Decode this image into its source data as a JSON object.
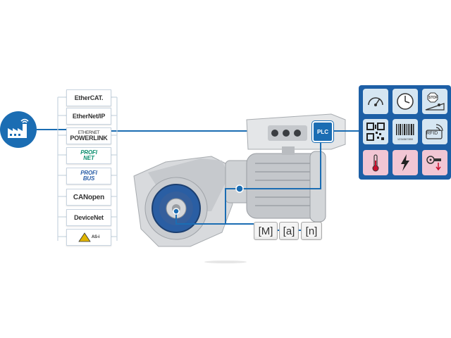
{
  "protocols": [
    {
      "id": "ethercat",
      "text": "EtherCAT."
    },
    {
      "id": "ethernetip",
      "text": "EtherNet/IP"
    },
    {
      "id": "powerlink",
      "top": "ETHERNET",
      "text": "POWERLINK"
    },
    {
      "id": "profinet",
      "top": "PROFI",
      "text": "NET"
    },
    {
      "id": "profibus",
      "top": "PROFI",
      "text": "BUS"
    },
    {
      "id": "canopen",
      "text": "CANopen"
    },
    {
      "id": "devicenet",
      "text": "DeviceNet"
    },
    {
      "id": "asi",
      "text": "AS-i"
    }
  ],
  "plc_label": "PLC",
  "motion_labels": [
    "[M]",
    "[a]",
    "[n]"
  ],
  "sensors": {
    "stop_label": "STOP",
    "rfid_label": "RFID",
    "barcode_digits": "1234567890"
  },
  "icons": {
    "factory": "factory-wireless-icon",
    "gauge": "gauge-icon",
    "clock": "clock-icon",
    "stop": "stop-ramp-icon",
    "qr": "qr-code-icon",
    "barcode": "barcode-icon",
    "rfid": "rfid-icon",
    "temperature": "thermometer-icon",
    "power": "lightning-icon",
    "valve": "valve-icon"
  },
  "colors": {
    "accent": "#1b6db3",
    "sensor_panel": "#1d5fa6",
    "tile_light": "#d6e6f2",
    "tile_pink": "#f2c6d4"
  }
}
